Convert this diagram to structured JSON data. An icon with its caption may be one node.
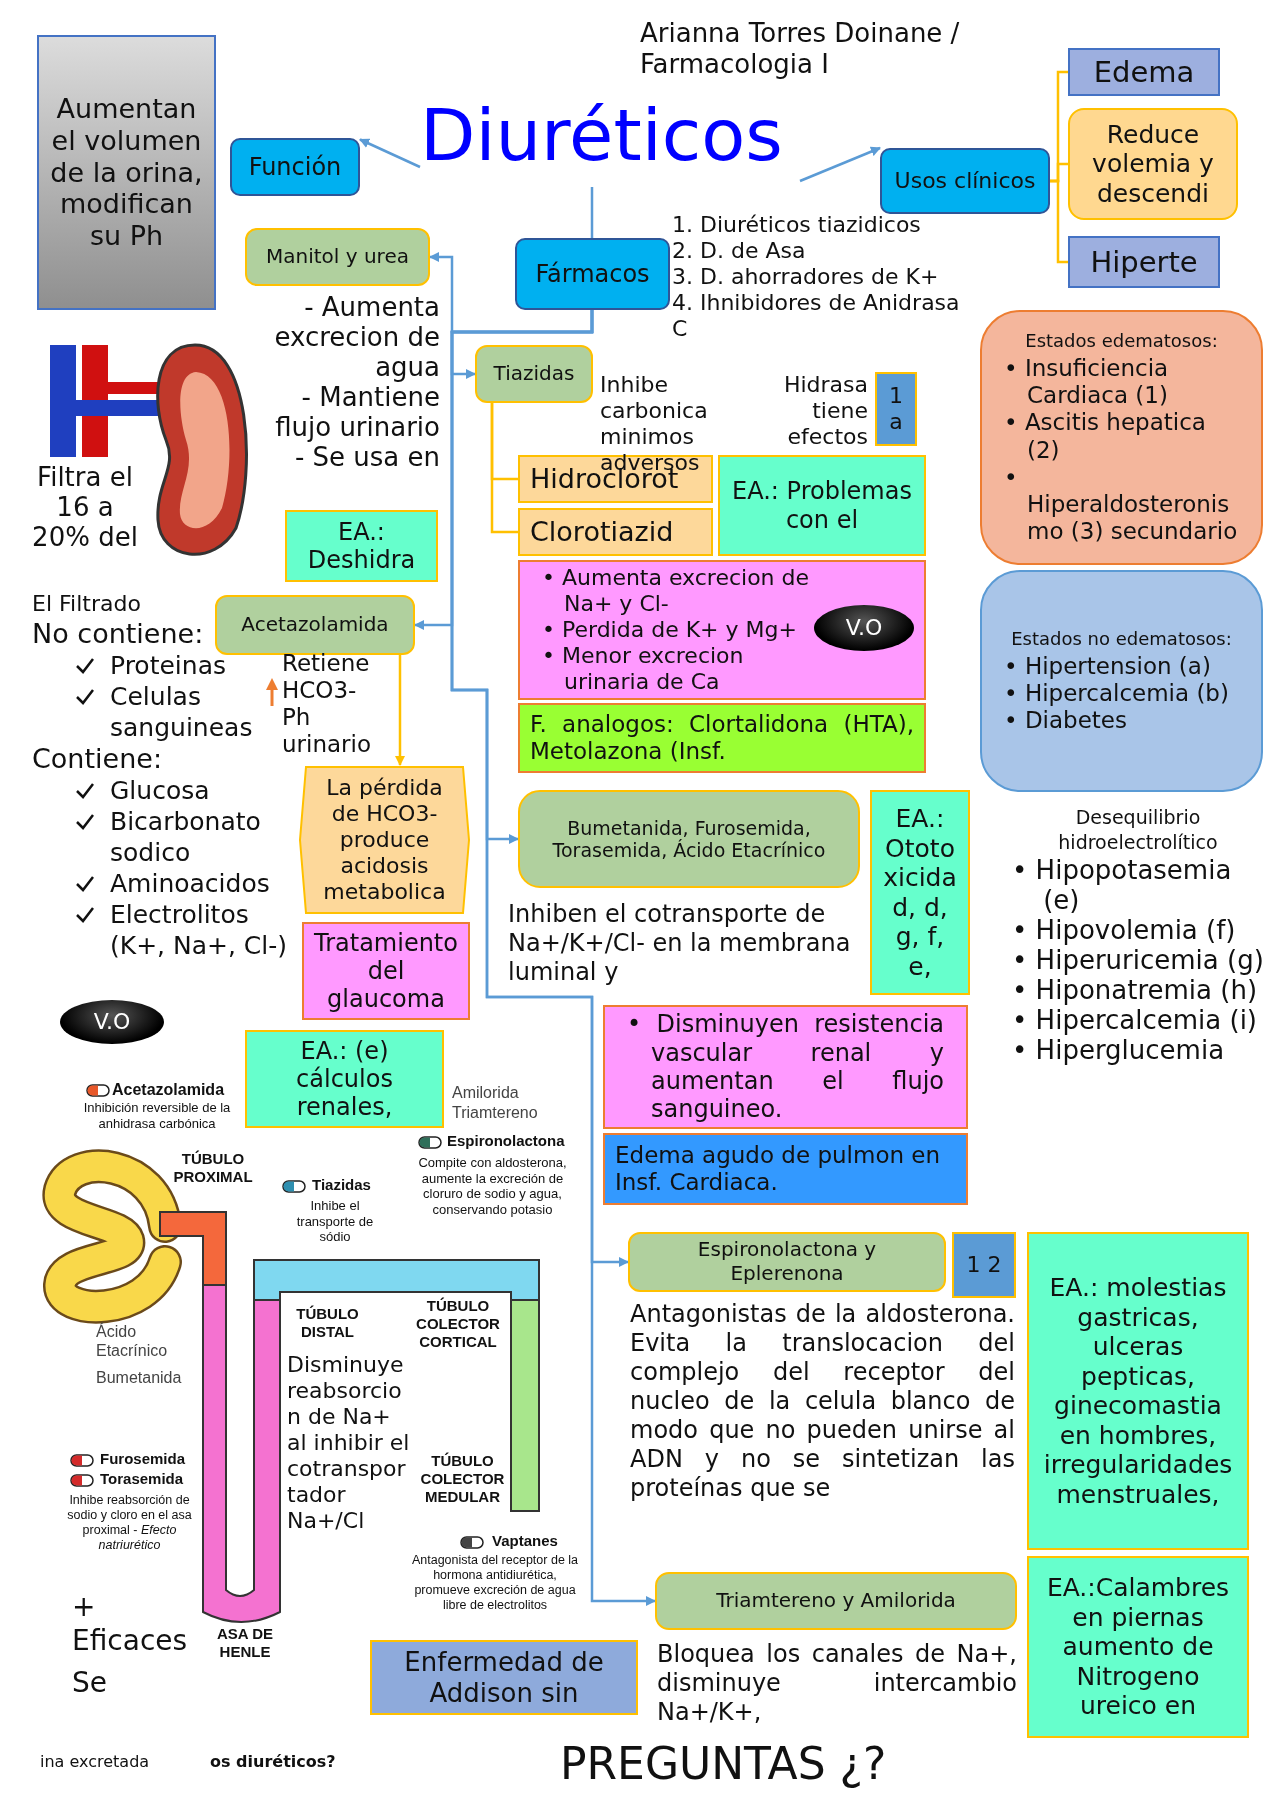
{
  "diagram": {
    "nodes": [
      {
        "text": [
          "Diuréticos"
        ]
      },
      {
        "text": [
          "Función"
        ]
      },
      {
        "text": [
          "Aumentan el volumen de la orina, modifican su Ph"
        ]
      },
      {
        "text": [
          "Usos clínicos"
        ]
      },
      {
        "text": [
          "Edema"
        ]
      },
      {
        "text": [
          "Reduce volemia y descendi"
        ]
      },
      {
        "text": [
          "Hiperte"
        ]
      },
      {
        "text": [
          "Fármacos"
        ]
      },
      {
        "text": [
          "Manitol y urea"
        ]
      },
      {
        "text": [
          "Tiazidas"
        ]
      },
      {
        "text": [
          "Hidroclorot"
        ]
      },
      {
        "text": [
          "Clorotiazid"
        ]
      },
      {
        "text": [
          "Acetazolamida"
        ]
      },
      {
        "text": [
          "Bumetanida, Furosemida, Torasemida, Ácido Etacrínico"
        ]
      },
      {
        "text": [
          "Espironolactona y Eplerenona"
        ]
      },
      {
        "text": [
          "Triamtereno y Amilorida"
        ]
      },
      {
        "text": [
          "EA.: Deshidra"
        ]
      },
      {
        "text": [
          "1 a"
        ]
      },
      {
        "text": [
          "EA.: Problemas con el"
        ]
      },
      {
        "text": [
          "• Aumenta excrecion de Na+ y Cl-",
          "• Perdida de K+ y Mg+",
          "• Menor excrecion urinaria de Ca"
        ]
      },
      {
        "text": [
          "V.O"
        ],
        "in": 19
      },
      {
        "text": [
          "F. analogos: Clortalidona (HTA), Metolazona (Insf."
        ]
      },
      {
        "text": [
          "La pérdida de HCO3- produce acidosis metabolica"
        ]
      },
      {
        "text": [
          "Tratamiento del glaucoma"
        ]
      },
      {
        "text": [
          "V.O"
        ]
      },
      {
        "text": [
          "EA.: (e) cálculos renales,"
        ]
      },
      {
        "text": [
          "EA.: Ototoxicidad, d, g, f, e,"
        ]
      },
      {
        "text": [
          "• Disminuyen resistencia vascular renal y aumentan el flujo sanguineo."
        ]
      },
      {
        "text": [
          "Edema agudo de pulmon en Insf. Cardiaca."
        ]
      },
      {
        "text": [
          "1 2"
        ]
      },
      {
        "text": [
          "EA.: molestias gastricas, ulceras pepticas, ginecomastia en hombres, irregularidades menstruales,"
        ]
      },
      {
        "text": [
          "EA.:Calambres en piernas aumento de Nitrogeno ureico en"
        ]
      },
      {
        "text": [
          "Enfermedad de Addison sin"
        ]
      },
      {
        "text": [
          "Estados edematosos:",
          "• Insuficiencia Cardiaca (1)",
          "• Ascitis hepatica (2)",
          "• Hiperaldosteronismo (3) secundario"
        ]
      },
      {
        "text": [
          "Estados no edematosos:",
          "• Hipertension (a)",
          "• Hipercalcemia (b)",
          "• Diabetes"
        ]
      }
    ],
    "edges": [
      {
        "from": 0,
        "to": 1,
        "arrow": "to"
      },
      {
        "from": 0,
        "to": 3,
        "arrow": "to"
      },
      {
        "from": 0,
        "to": 7,
        "arrow": "none"
      },
      {
        "from": 3,
        "to": 4,
        "arrow": "none",
        "color": "#ffc000"
      },
      {
        "from": 3,
        "to": 5,
        "arrow": "none",
        "color": "#ffc000"
      },
      {
        "from": 3,
        "to": 6,
        "arrow": "none",
        "color": "#ffc000"
      },
      {
        "from": 7,
        "to": 8,
        "arrow": "to"
      },
      {
        "from": 7,
        "to": 9,
        "arrow": "to"
      },
      {
        "from": 7,
        "to": 12,
        "arrow": "to"
      },
      {
        "from": 7,
        "to": 13,
        "arrow": "to"
      },
      {
        "from": 7,
        "to": 14,
        "arrow": "to"
      },
      {
        "from": 7,
        "to": 15,
        "arrow": "to"
      },
      {
        "from": 9,
        "to": 10,
        "arrow": "none",
        "color": "#ffc000"
      },
      {
        "from": 9,
        "to": 11,
        "arrow": "none",
        "color": "#ffc000"
      },
      {
        "from": 12,
        "to": 22,
        "arrow": "to",
        "color": "#ffc000"
      }
    ],
    "labels": [
      "Arianna Torres Doinane / Farmacologia I",
      "1. Diuréticos tiazidicos",
      "2. D. de Asa",
      "3. D. ahorradores de K+",
      "4. Ihnibidores de Anidrasa C",
      "- Aumenta excrecion de agua",
      "- Mantiene flujo urinario",
      "- Se usa en",
      "Inhibe Hidrasa carbonica tiene minimos efectos adversos",
      "Filtra el 16 a 20% del",
      "El Filtrado",
      "No contiene:",
      "Proteinas",
      "Celulas sanguineas",
      "Contiene:",
      "Glucosa",
      "Bicarbonato sodico",
      "Aminoacidos",
      "Electrolitos (K+, Na+, Cl-)",
      "Retiene HCO3- Ph urinario",
      "Inhiben el cotransporte de Na+/K+/Cl- en la membrana luminal y",
      "Desequilibrio hidroelectrolítico",
      "• Hipopotasemia (e)",
      "• Hipovolemia (f)",
      "• Hiperuricemia (g)",
      "• Hiponatremia (h)",
      "• Hipercalcemia (i)",
      "• Hiperglucemia",
      "Acetazolamida",
      "Inhibición reversible de la anhidrasa carbónica",
      "Amilorida",
      "Triamtereno",
      "TÚBULO PROXIMAL",
      "Espironolactona",
      "Compite con aldosterona, aumente la excreción de cloruro de sodio y agua, conservando potasio",
      "Tiazidas",
      "Inhibe el transporte de sódio",
      "Antagonistas de la aldosterona. Evita la translocacion del complejo del receptor del nucleo de la celula blanco de modo que no pueden unirse al ADN y no se sintetizan las proteínas que se",
      "Ácido Etacrínico",
      "Bumetanida",
      "TÚBULO DISTAL",
      "TÚBULO COLECTOR CORTICAL",
      "Disminuye reabsorcion de Na+ al inhibir el cotransportador Na+/Cl",
      "ina excretada",
      "os diuréticos?",
      "Furosemida",
      "Torasemida",
      "TÚBULO COLECTOR MEDULAR",
      "Inhibe reabsorción de sodio y cloro en el asa proximal - *Efecto natriurético*",
      "Vaptanes",
      "Antagonista del receptor de la hormona antidiurética, promueve excreción de agua libre de electrolitos",
      "+ Eficaces",
      "ASA DE HENLE",
      "Se",
      "Bloquea los canales de Na+, disminuye intercambio Na+/K+,",
      "PREGUNTAS ¿?"
    ]
  }
}
